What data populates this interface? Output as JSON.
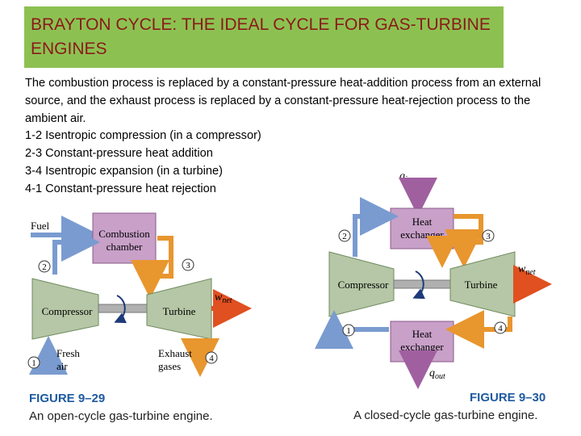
{
  "title": "BRAYTON CYCLE: THE IDEAL CYCLE FOR GAS-TURBINE ENGINES",
  "description": "The combustion process is replaced by a constant-pressure heat-addition process from an external source, and the exhaust process is replaced by a constant-pressure heat-rejection process to the ambient air.",
  "processes": [
    "1-2 Isentropic compression (in a compressor)",
    "2-3 Constant-pressure heat addition",
    "3-4 Isentropic expansion (in a turbine)",
    "4-1 Constant-pressure heat rejection"
  ],
  "colors": {
    "title_bg": "#8cc152",
    "title_text": "#8b1a1a",
    "component": "#b5c7a6",
    "chamber": "#c8a0c8",
    "hot_flow": "#e8962e",
    "cold_flow": "#7a9bd0",
    "work_flow": "#e05020"
  },
  "figure_29": {
    "fuel": "Fuel",
    "chamber_line1": "Combustion",
    "chamber_line2": "chamber",
    "compressor": "Compressor",
    "turbine": "Turbine",
    "wnet": "w",
    "wnet_sub": "net",
    "fresh_line1": "Fresh",
    "fresh_line2": "air",
    "exhaust_line1": "Exhaust",
    "exhaust_line2": "gases",
    "state1": "1",
    "state2": "2",
    "state3": "3",
    "state4": "4",
    "label": "FIGURE 9–29",
    "caption": "An open-cycle gas-turbine engine."
  },
  "figure_30": {
    "qin": "q",
    "qin_sub": "in",
    "hx_top_line1": "Heat",
    "hx_top_line2": "exchanger",
    "hx_bot_line1": "Heat",
    "hx_bot_line2": "exchanger",
    "compressor": "Compressor",
    "turbine": "Turbine",
    "wnet": "w",
    "wnet_sub": "net",
    "qout": "q",
    "qout_sub": "out",
    "state1": "1",
    "state2": "2",
    "state3": "3",
    "state4": "4",
    "label": "FIGURE 9–30",
    "caption": "A closed-cycle gas-turbine engine."
  }
}
